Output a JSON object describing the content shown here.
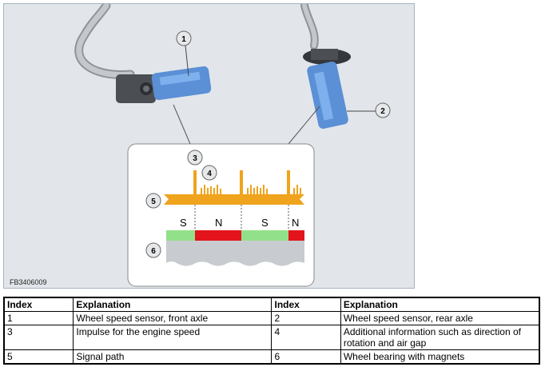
{
  "figure": {
    "code": "FB3406009",
    "callouts": [
      "1",
      "2",
      "3",
      "4",
      "5",
      "6"
    ],
    "magnet_labels": [
      "S",
      "N",
      "S",
      "N"
    ],
    "colors": {
      "cable": "#b8bcbf",
      "sensor_blue": "#5b8fd6",
      "signal_orange": "#f0a31c",
      "magnet_red": "#e3141c",
      "magnet_green": "#93e08a",
      "bearing_gray": "#c8ccd0",
      "background": "#e2e6ea"
    }
  },
  "legend": {
    "headers": [
      "Index",
      "Explanation",
      "Index",
      "Explanation"
    ],
    "rows": [
      [
        "1",
        "Wheel speed sensor, front axle",
        "2",
        "Wheel speed sensor, rear axle"
      ],
      [
        "3",
        "Impulse for the engine speed",
        "4",
        "Additional information such as direction of rotation and air gap"
      ],
      [
        "5",
        "Signal path",
        "6",
        "Wheel bearing with magnets"
      ]
    ]
  }
}
